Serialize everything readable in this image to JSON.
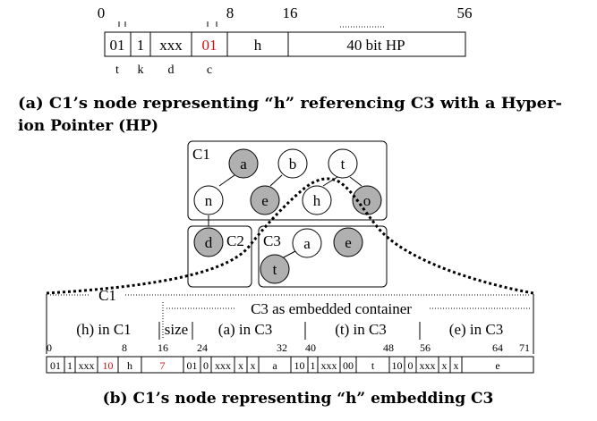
{
  "part_a": {
    "bit_positions": [
      "0",
      "8",
      "16",
      "56"
    ],
    "fields": [
      "01",
      "1",
      "xxx",
      "01",
      "h",
      "40 bit HP"
    ],
    "field_tags": [
      "t",
      "k",
      "d",
      "c"
    ],
    "caption_line1": "(a) C1’s node representing “h” referencing C3 with a Hyper-",
    "caption_line2": "ion Pointer (HP)"
  },
  "trie": {
    "c1_label": "C1",
    "c2_label": "C2",
    "c3_label": "C3",
    "c1_nodes": [
      "a",
      "b",
      "t",
      "n",
      "e",
      "h",
      "o"
    ],
    "c2_nodes": [
      "d"
    ],
    "c3_nodes": [
      "a",
      "e",
      "t"
    ]
  },
  "part_b": {
    "c1_label": "C1",
    "embedded_label": "C3 as embedded container",
    "segments": [
      "(h) in C1",
      "size",
      "(a) in C3",
      "(t) in C3",
      "(e) in C3"
    ],
    "bit_positions": [
      "0",
      "8",
      "16",
      "24",
      "32",
      "40",
      "48",
      "56",
      "64",
      "71"
    ],
    "cells": [
      "01",
      "1",
      "xxx",
      "10",
      "h",
      "7",
      "01",
      "0",
      "xxx",
      "x",
      "x",
      "a",
      "10",
      "1",
      "xxx",
      "00",
      "t",
      "10",
      "0",
      "xxx",
      "x",
      "x",
      "e"
    ],
    "caption": "(b) C1’s node representing “h” embedding C3"
  },
  "colors": {
    "red": "#d01010",
    "gray_node": "#b0b0b0"
  }
}
